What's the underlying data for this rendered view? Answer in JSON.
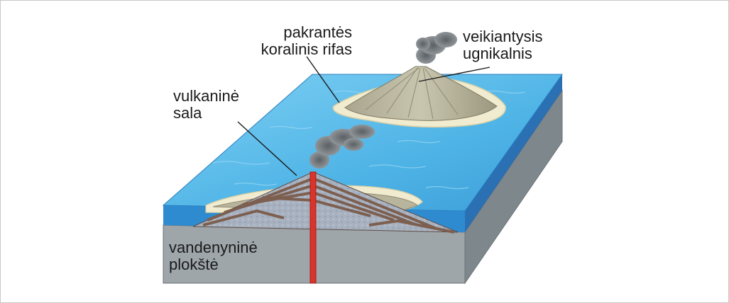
{
  "labels": {
    "reef_line1": "pakrantės",
    "reef_line2": "koralinis rifas",
    "active_line1": "veikiantysis",
    "active_line2": "ugnikalnis",
    "island_line1": "vulkaninė",
    "island_line2": "sala",
    "plate_line1": "vandenyninė",
    "plate_line2": "plokštė"
  },
  "colors": {
    "ocean_top": "#4fb4e6",
    "ocean_side": "#2f7fc3",
    "plate_front": "#9ea6aa",
    "plate_side": "#7e878c",
    "magma": "#d9342b",
    "reef": "#f1ebcf",
    "volcano": "#b9b59c",
    "layers_gray": "#a7b1c0",
    "layers_brown": "#7d5f50",
    "smoke": "#6f7478"
  },
  "icons": [
    "volcano-icon",
    "smoke-plume-icon",
    "magma-conduit-icon",
    "coral-reef-icon"
  ]
}
